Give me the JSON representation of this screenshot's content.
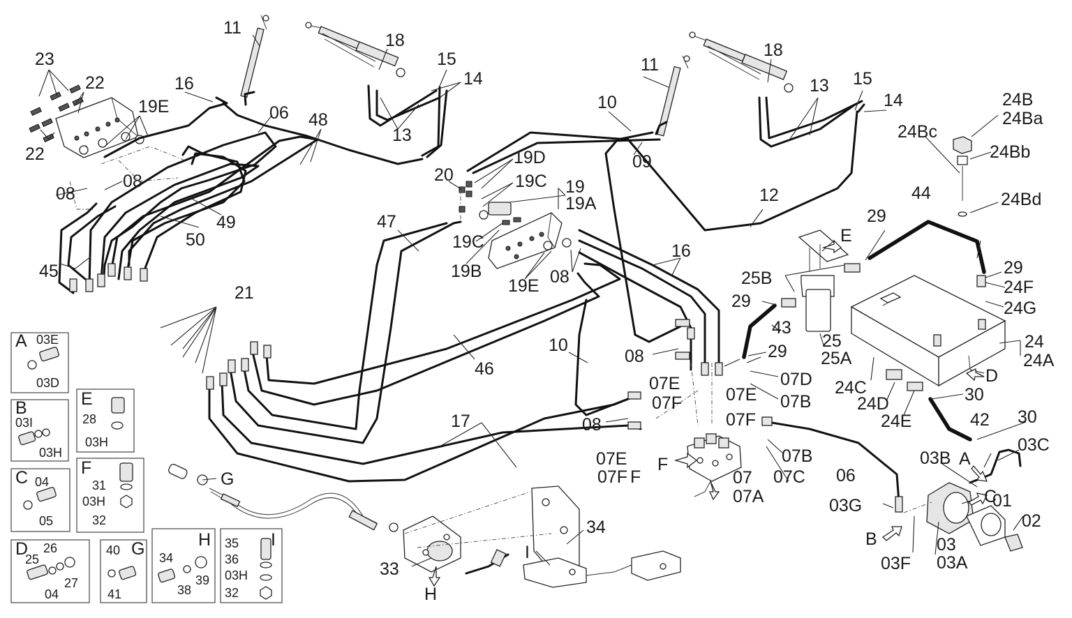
{
  "labels": {
    "l11a": "11",
    "l18a": "18",
    "l15a": "15",
    "l14a": "14",
    "l13a": "13",
    "l23": "23",
    "l22a": "22",
    "l22b": "22",
    "l16a": "16",
    "l06a": "06",
    "l19Ea": "19E",
    "l48": "48",
    "l08a": "08",
    "l08b": "08",
    "l11b": "11",
    "l18b": "18",
    "l13b": "13",
    "l15b": "15",
    "l14b": "14",
    "l10a": "10",
    "l09": "09",
    "l12": "12",
    "l20": "20",
    "l19D": "19D",
    "l19C": "19C",
    "l19": "19",
    "l19A": "19A",
    "l47": "47",
    "l19Cb": "19C",
    "l19B": "19B",
    "l19Eb": "19E",
    "l08c": "08",
    "l16b": "16",
    "l49": "49",
    "l50": "50",
    "l45": "45",
    "l21": "21",
    "l46": "46",
    "l17": "17",
    "l10b": "10",
    "l08d": "08",
    "l08e": "08",
    "l07E1": "07E",
    "l07F1": "07F",
    "l07E2": "07E",
    "l07F2": "07F",
    "l07E3": "07E",
    "l07F3": "07F",
    "lF": "F",
    "lF2": "F",
    "l07": "07",
    "l07A": "07A",
    "l07B1": "07B",
    "l07C": "07C",
    "l06b": "06",
    "l03G": "03G",
    "lB": "B",
    "l03F": "03F",
    "l03": "03",
    "l03A": "03A",
    "l01": "01",
    "l02": "02",
    "lC": "C",
    "l03B": "03B",
    "lA": "A",
    "l03C": "03C",
    "l25B": "25B",
    "l29a": "29",
    "l29b": "29",
    "l29c": "29",
    "l43": "43",
    "l25": "25",
    "l25A": "25A",
    "l07D": "07D",
    "l07B2": "07B",
    "lE": "E",
    "l44": "44",
    "l24B": "24B",
    "l24Ba": "24Ba",
    "l24Bc": "24Bc",
    "l24Bb": "24Bb",
    "l24Bd": "24Bd",
    "l29d": "29",
    "l24F": "24F",
    "l24G": "24G",
    "l24": "24",
    "l24A": "24A",
    "lD": "D",
    "l24C": "24C",
    "l24D": "24D",
    "l24E": "24E",
    "l30a": "30",
    "l30b": "30",
    "l42": "42",
    "lG": "G",
    "l34": "34",
    "lI": "I",
    "l33": "33",
    "lH": "H"
  },
  "insets": {
    "A": {
      "letter": "A",
      "parts": [
        "03E",
        "03D"
      ]
    },
    "B": {
      "letter": "B",
      "parts": [
        "03I",
        "03H"
      ]
    },
    "C": {
      "letter": "C",
      "parts": [
        "04",
        "05"
      ]
    },
    "D": {
      "letter": "D",
      "parts": [
        "25",
        "26",
        "04",
        "27"
      ]
    },
    "E": {
      "letter": "E",
      "parts": [
        "28",
        "03H"
      ]
    },
    "F": {
      "letter": "F",
      "parts": [
        "31",
        "03H",
        "32"
      ]
    },
    "G": {
      "letter": "G",
      "parts": [
        "40",
        "41"
      ]
    },
    "H": {
      "letter": "H",
      "parts": [
        "34",
        "38",
        "39"
      ]
    },
    "I": {
      "letter": "I",
      "parts": [
        "35",
        "36",
        "03H",
        "32"
      ]
    }
  }
}
